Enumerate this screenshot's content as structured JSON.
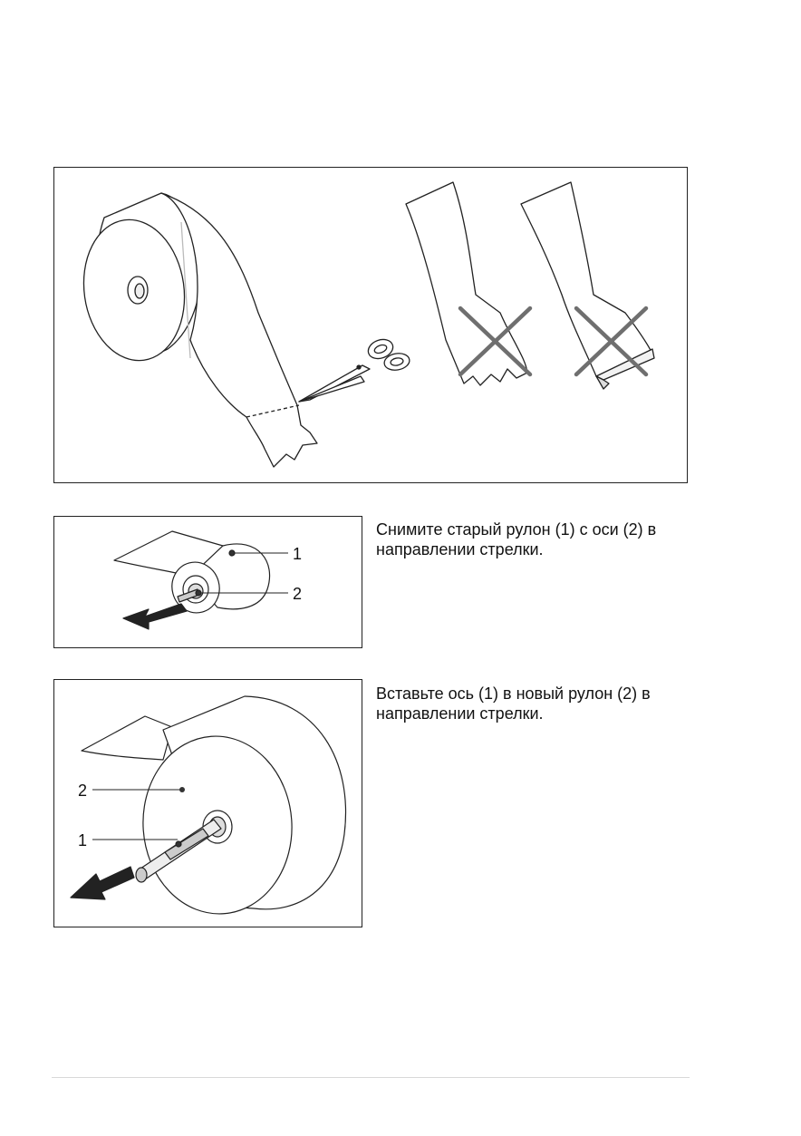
{
  "steps": [
    {
      "text": "Снимите старый рулон (1) с оси (2) в направлении стрелки.",
      "callouts": [
        "1",
        "2"
      ]
    },
    {
      "text": "Вставьте ось (1) в новый рулон (2) в направлении стрелки.",
      "callouts": [
        "2",
        "1"
      ]
    }
  ],
  "icons": {
    "fig1": [
      "paper-roll-icon",
      "scissors-icon",
      "torn-edge-crossed-icon",
      "folded-edge-crossed-icon"
    ],
    "fig2": [
      "old-roll-icon",
      "remove-arrow-icon"
    ],
    "fig3": [
      "new-roll-icon",
      "axle-icon",
      "insert-arrow-icon"
    ]
  },
  "colors": {
    "cross": "#6f6f6f",
    "line": "#222222"
  }
}
